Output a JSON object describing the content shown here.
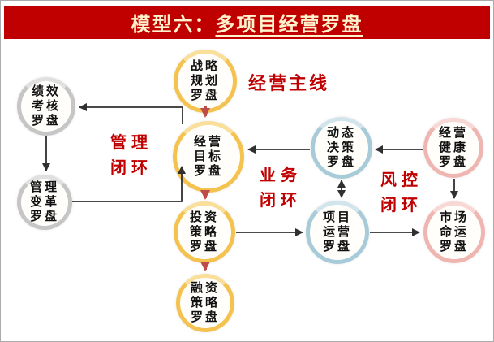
{
  "header": {
    "prefix": "模型六：",
    "title": "多项目经营罗盘"
  },
  "labels": {
    "main_line": "经营主线",
    "management_loop": "管理\n闭环",
    "business_loop": "业务\n闭环",
    "risk_loop": "风控\n闭环"
  },
  "nodes": [
    {
      "id": "strategy-planning",
      "label": "战略\n规划\n罗盘",
      "group": "main-line",
      "ring": "gold"
    },
    {
      "id": "operation-target",
      "label": "经营\n目标\n罗盘",
      "group": "main-line",
      "ring": "gold"
    },
    {
      "id": "investment-strategy",
      "label": "投资\n策略\n罗盘",
      "group": "main-line",
      "ring": "gold"
    },
    {
      "id": "financing-strategy",
      "label": "融资\n策略\n罗盘",
      "group": "main-line",
      "ring": "gold"
    },
    {
      "id": "performance-appraisal",
      "label": "绩效\n考核\n罗盘",
      "group": "management-loop",
      "ring": "gray"
    },
    {
      "id": "management-change",
      "label": "管理\n变革\n罗盘",
      "group": "management-loop",
      "ring": "gray"
    },
    {
      "id": "dynamic-decision",
      "label": "动态\n决策\n罗盘",
      "group": "business-loop",
      "ring": "blue"
    },
    {
      "id": "project-operation",
      "label": "项目\n运营\n罗盘",
      "group": "business-loop",
      "ring": "blue"
    },
    {
      "id": "operation-health",
      "label": "经营\n健康\n罗盘",
      "group": "risk-loop",
      "ring": "pink"
    },
    {
      "id": "market-destiny",
      "label": "市场\n命运\n罗盘",
      "group": "risk-loop",
      "ring": "pink"
    }
  ],
  "edges": [
    {
      "from": "strategy-planning",
      "to": "operation-target",
      "style": "red-arrow"
    },
    {
      "from": "operation-target",
      "to": "investment-strategy",
      "style": "red-arrow"
    },
    {
      "from": "investment-strategy",
      "to": "financing-strategy",
      "style": "red-arrow"
    },
    {
      "from": "operation-target",
      "to": "performance-appraisal",
      "style": "black-elbow"
    },
    {
      "from": "performance-appraisal",
      "to": "management-change",
      "style": "black-arrow"
    },
    {
      "from": "management-change",
      "to": "operation-target",
      "style": "black-elbow"
    },
    {
      "from": "dynamic-decision",
      "to": "operation-target",
      "style": "black-arrow"
    },
    {
      "from": "operation-health",
      "to": "dynamic-decision",
      "style": "black-arrow"
    },
    {
      "from": "dynamic-decision",
      "to": "project-operation",
      "style": "black-double-arrow"
    },
    {
      "from": "investment-strategy",
      "to": "project-operation",
      "style": "black-arrow"
    },
    {
      "from": "project-operation",
      "to": "market-destiny",
      "style": "black-arrow"
    },
    {
      "from": "operation-health",
      "to": "market-destiny",
      "style": "black-arrow"
    }
  ],
  "colors": {
    "banner_red": "#c00000",
    "title_text": "#fff2cc",
    "label_red": "#c00000",
    "arrow_red": "#be4b48",
    "arrow_black": "#303030",
    "ring_gold": "#f4c24f",
    "ring_gray": "#c6c6c6",
    "ring_blue": "#a7cbd8",
    "ring_pink": "#efb5b0"
  }
}
